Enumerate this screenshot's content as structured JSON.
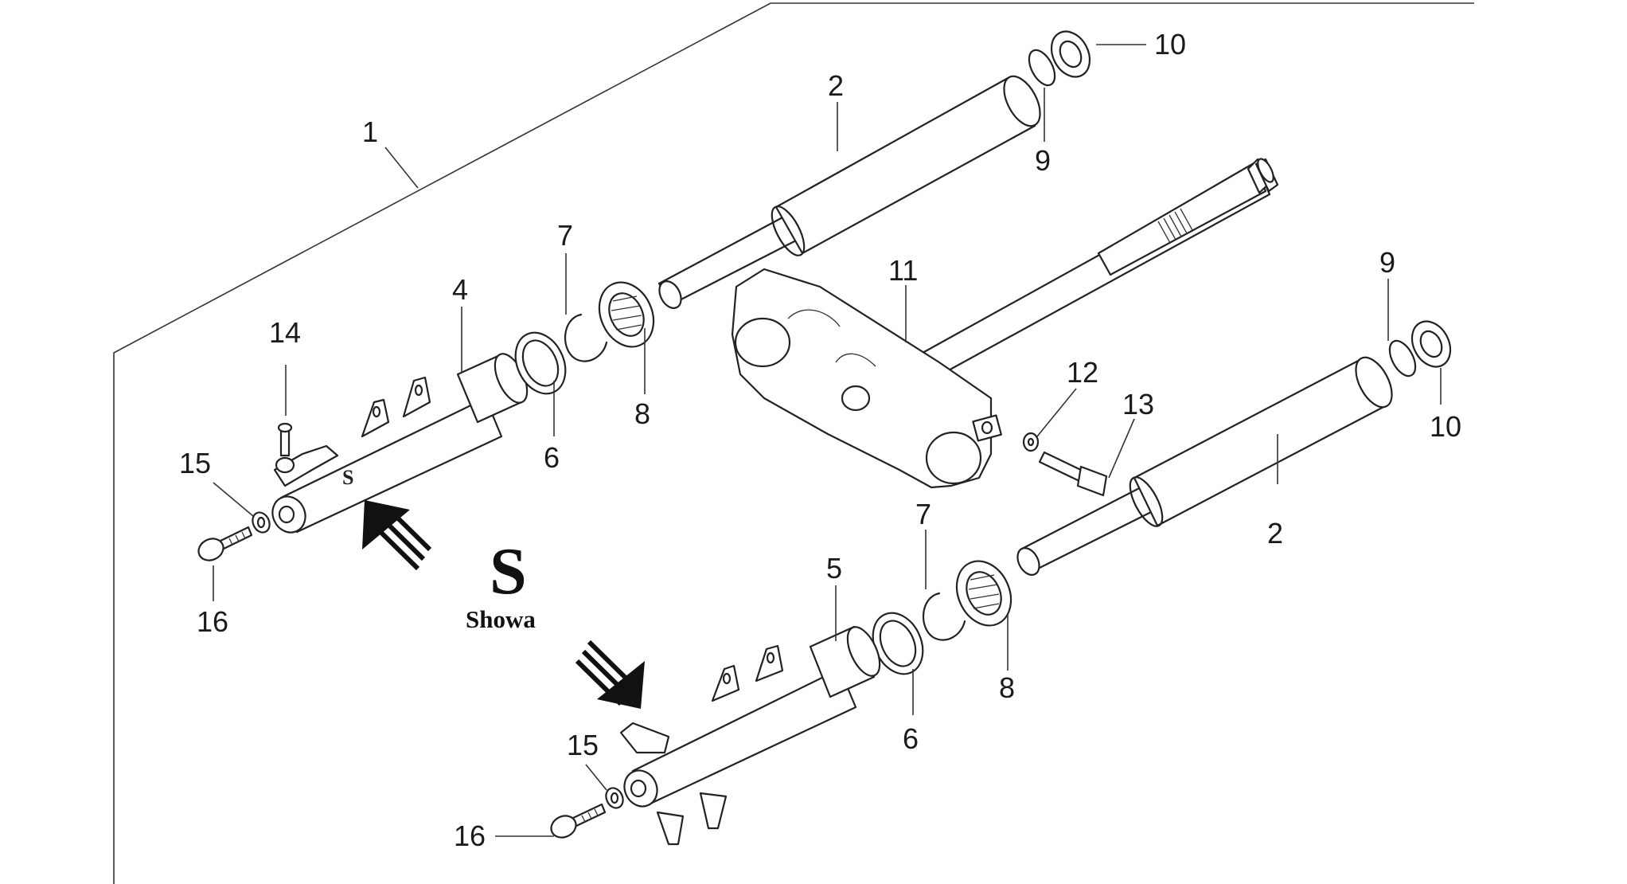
{
  "diagram": {
    "brand": {
      "letter": "S",
      "name": "Showa"
    },
    "fork_marking": "S",
    "callouts": [
      {
        "id": "c1",
        "label": "1"
      },
      {
        "id": "c2a",
        "label": "2"
      },
      {
        "id": "c2b",
        "label": "2"
      },
      {
        "id": "c4",
        "label": "4"
      },
      {
        "id": "c5",
        "label": "5"
      },
      {
        "id": "c6a",
        "label": "6"
      },
      {
        "id": "c6b",
        "label": "6"
      },
      {
        "id": "c7a",
        "label": "7"
      },
      {
        "id": "c7b",
        "label": "7"
      },
      {
        "id": "c8a",
        "label": "8"
      },
      {
        "id": "c8b",
        "label": "8"
      },
      {
        "id": "c9a",
        "label": "9"
      },
      {
        "id": "c9b",
        "label": "9"
      },
      {
        "id": "c10a",
        "label": "10"
      },
      {
        "id": "c10b",
        "label": "10"
      },
      {
        "id": "c11",
        "label": "11"
      },
      {
        "id": "c12",
        "label": "12"
      },
      {
        "id": "c13",
        "label": "13"
      },
      {
        "id": "c14",
        "label": "14"
      },
      {
        "id": "c15a",
        "label": "15"
      },
      {
        "id": "c15b",
        "label": "15"
      },
      {
        "id": "c16a",
        "label": "16"
      },
      {
        "id": "c16b",
        "label": "16"
      }
    ]
  }
}
